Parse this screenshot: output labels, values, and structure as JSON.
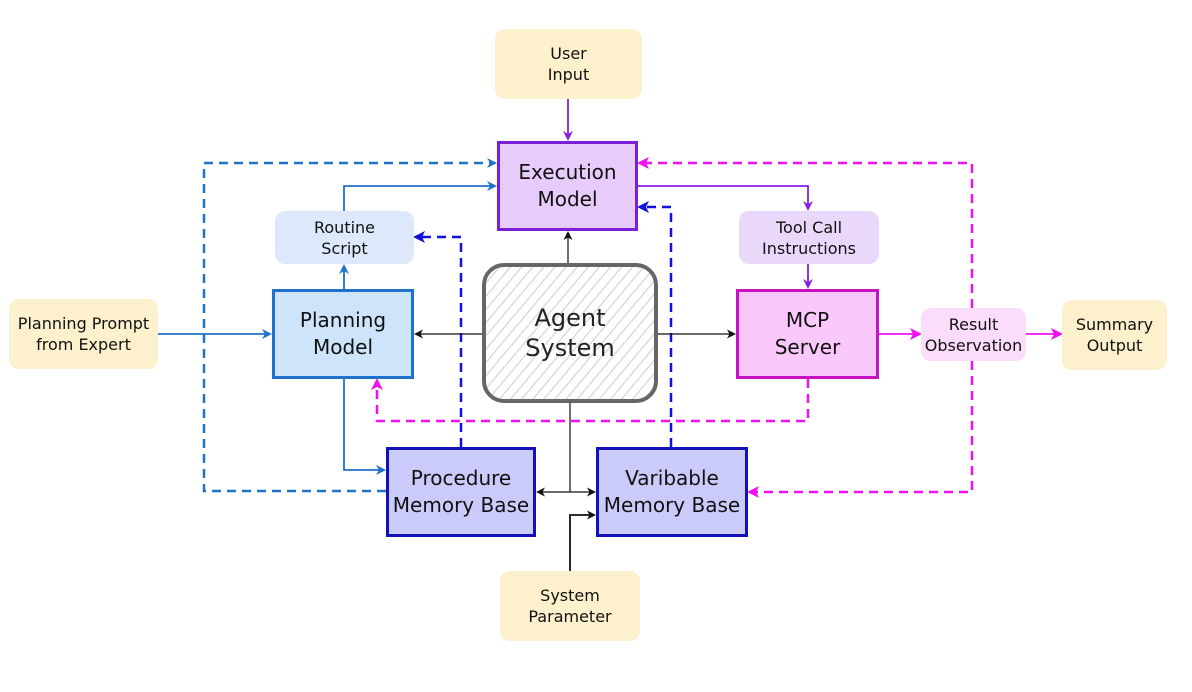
{
  "diagram": {
    "nodes": {
      "user_input": "User\nInput",
      "execution_model": "Execution\nModel",
      "routine_script": "Routine\nScript",
      "tool_call_instructions": "Tool Call\nInstructions",
      "planning_prompt": "Planning Prompt\nfrom Expert",
      "planning_model": "Planning\nModel",
      "agent_system": "Agent\nSystem",
      "mcp_server": "MCP\nServer",
      "result_observation": "Result\nObservation",
      "summary_output": "Summary\nOutput",
      "procedure_memory_base": "Procedure\nMemory Base",
      "variable_memory_base": "Varibable\nMemory Base",
      "system_parameter": "System\nParameter"
    },
    "colors": {
      "input_fill": "#fdf0cc",
      "execution_border": "#7a1fd6",
      "planning_border": "#1f72cc",
      "mcp_border": "#c512c5",
      "memory_border": "#1212b8",
      "agent_border": "#666666",
      "edge_blue": "#1f72cc",
      "edge_darkblue": "#1010e0",
      "edge_purple": "#8a1fe6",
      "edge_magenta": "#f010f0",
      "edge_black": "#111111"
    },
    "edges": [
      {
        "from": "User Input",
        "to": "Execution Model",
        "style": "solid",
        "color": "purple"
      },
      {
        "from": "Execution Model",
        "to": "Tool Call Instructions",
        "style": "solid",
        "color": "purple"
      },
      {
        "from": "Tool Call Instructions",
        "to": "MCP Server",
        "style": "solid",
        "color": "purple"
      },
      {
        "from": "Routine Script",
        "to": "Execution Model",
        "style": "solid",
        "color": "blue"
      },
      {
        "from": "Planning Model",
        "to": "Routine Script",
        "style": "solid",
        "color": "blue"
      },
      {
        "from": "Planning Prompt from Expert",
        "to": "Planning Model",
        "style": "solid",
        "color": "blue"
      },
      {
        "from": "Planning Model",
        "to": "Procedure Memory Base",
        "style": "solid",
        "color": "blue"
      },
      {
        "from": "Procedure Memory Base",
        "to": "Execution Model",
        "style": "dashed",
        "color": "blue"
      },
      {
        "from": "Procedure Memory Base",
        "to": "Routine Script",
        "style": "dashed",
        "color": "darkblue"
      },
      {
        "from": "Varibable Memory Base",
        "to": "Execution Model",
        "style": "dashed",
        "color": "darkblue"
      },
      {
        "from": "Agent System",
        "to": "Execution Model",
        "style": "solid",
        "color": "black"
      },
      {
        "from": "Agent System",
        "to": "Planning Model",
        "style": "solid",
        "color": "black"
      },
      {
        "from": "Agent System",
        "to": "MCP Server",
        "style": "solid",
        "color": "black"
      },
      {
        "from": "Agent System",
        "to": "Procedure Memory Base",
        "style": "solid",
        "color": "black"
      },
      {
        "from": "Agent System",
        "to": "Varibable Memory Base",
        "style": "solid",
        "color": "black"
      },
      {
        "from": "System Parameter",
        "to": "Varibable Memory Base",
        "style": "solid",
        "color": "black"
      },
      {
        "from": "MCP Server",
        "to": "Result Observation",
        "style": "solid",
        "color": "magenta"
      },
      {
        "from": "Result Observation",
        "to": "Summary Output",
        "style": "solid",
        "color": "magenta"
      },
      {
        "from": "Result Observation",
        "to": "Execution Model",
        "style": "dashed",
        "color": "magenta"
      },
      {
        "from": "Result Observation",
        "to": "Varibable Memory Base",
        "style": "dashed",
        "color": "magenta"
      },
      {
        "from": "MCP Server",
        "to": "Planning Model",
        "style": "dashed",
        "color": "magenta"
      }
    ]
  }
}
